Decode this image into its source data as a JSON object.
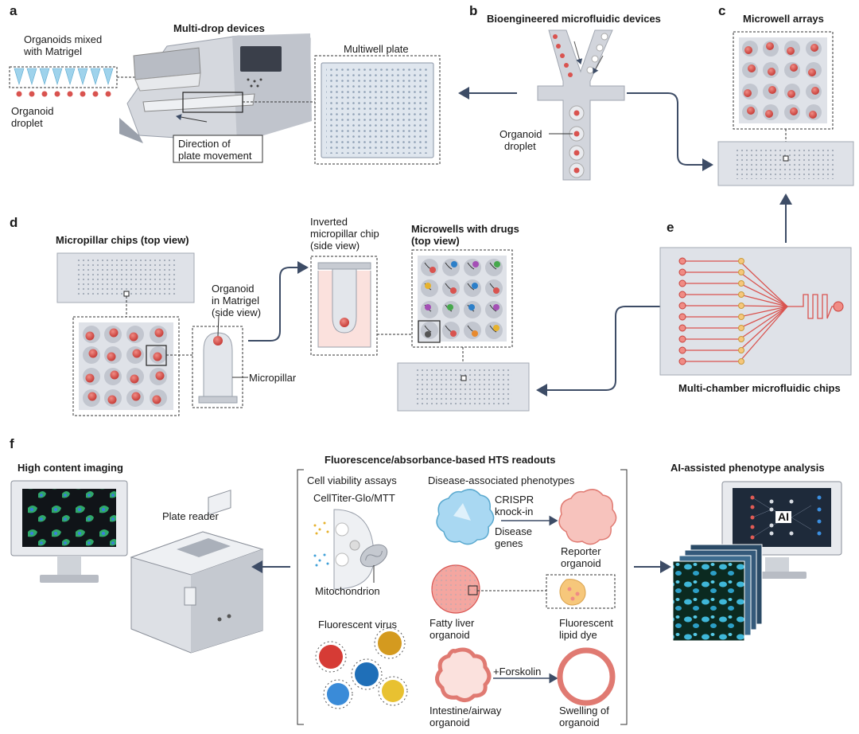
{
  "panels": {
    "a": "a",
    "b": "b",
    "c": "c",
    "d": "d",
    "e": "e",
    "f": "f"
  },
  "a": {
    "title": "Multi-drop devices",
    "mixed_l1": "Organoids mixed",
    "mixed_l2": "with Matrigel",
    "drop_l1": "Organoid",
    "drop_l2": "droplet",
    "plate": "Multiwell plate",
    "dir_l1": "Direction of",
    "dir_l2": "plate movement"
  },
  "b": {
    "title": "Bioengineered microfluidic devices",
    "drop_l1": "Organoid",
    "drop_l2": "droplet"
  },
  "c": {
    "title": "Microwell arrays"
  },
  "d": {
    "title": "Micropillar chips (top view)",
    "org_l1": "Organoid",
    "org_l2": "in Matrigel",
    "org_l3": "(side view)",
    "pillar": "Micropillar",
    "inv_l1": "Inverted",
    "inv_l2": "micropillar chip",
    "inv_l3": "(side view)",
    "mw_l1": "Microwells with drugs",
    "mw_l2": "(top view)"
  },
  "e": {
    "title": "Multi-chamber microfluidic chips"
  },
  "f": {
    "hci": "High content imaging",
    "reader": "Plate reader",
    "hts": "Fluorescence/absorbance-based HTS readouts",
    "via": "Cell viability assays",
    "ctg": "CellTiter-Glo/MTT",
    "mito": "Mitochondrion",
    "virus": "Fluorescent virus",
    "dis": "Disease-associated phenotypes",
    "crispr_l1": "CRISPR",
    "crispr_l2": "knock-in",
    "genes_l1": "Disease",
    "genes_l2": "genes",
    "rep_l1": "Reporter",
    "rep_l2": "organoid",
    "fatty_l1": "Fatty liver",
    "fatty_l2": "organoid",
    "lipid_l1": "Fluorescent",
    "lipid_l2": "lipid dye",
    "intes_l1": "Intestine/airway",
    "intes_l2": "organoid",
    "forsk": "+Forskolin",
    "swell_l1": "Swelling of",
    "swell_l2": "organoid",
    "ai": "AI-assisted phenotype analysis",
    "ai_badge": "AI"
  },
  "colors": {
    "arrow": "#3d4c66",
    "grey": "#c8cbd1",
    "dark": "#8a8f99",
    "organoid": "#d9534f",
    "pink": "#f9d7d3",
    "blue": "#7ec8ea"
  }
}
